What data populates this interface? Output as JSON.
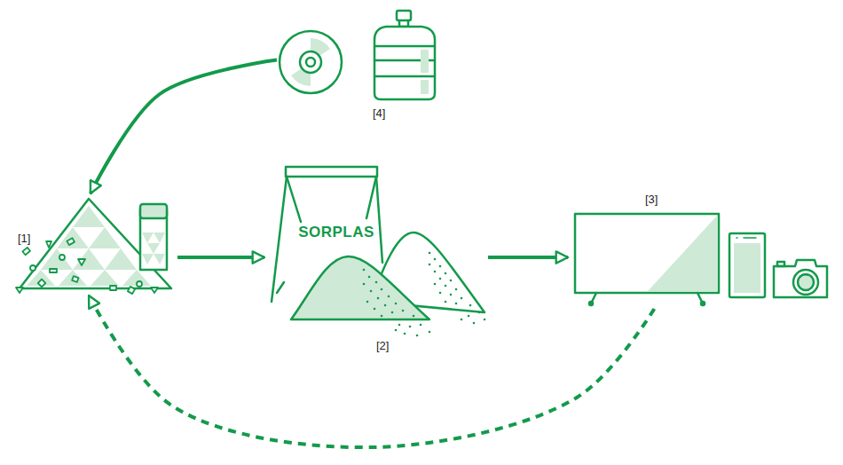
{
  "diagram": {
    "nodes": [
      {
        "text": [
          "[4]"
        ]
      },
      {
        "text": [
          "[1]"
        ]
      },
      {
        "text": [
          "SORPLAS",
          "[2]"
        ]
      },
      {
        "text": [
          "[3]"
        ]
      }
    ],
    "edges": [
      {
        "from": 0,
        "to": 1,
        "arrow": "to"
      },
      {
        "from": 1,
        "to": 2,
        "arrow": "to"
      },
      {
        "from": 2,
        "to": 3,
        "arrow": "to"
      },
      {
        "from": 3,
        "to": 1,
        "arrow": "to"
      }
    ]
  }
}
